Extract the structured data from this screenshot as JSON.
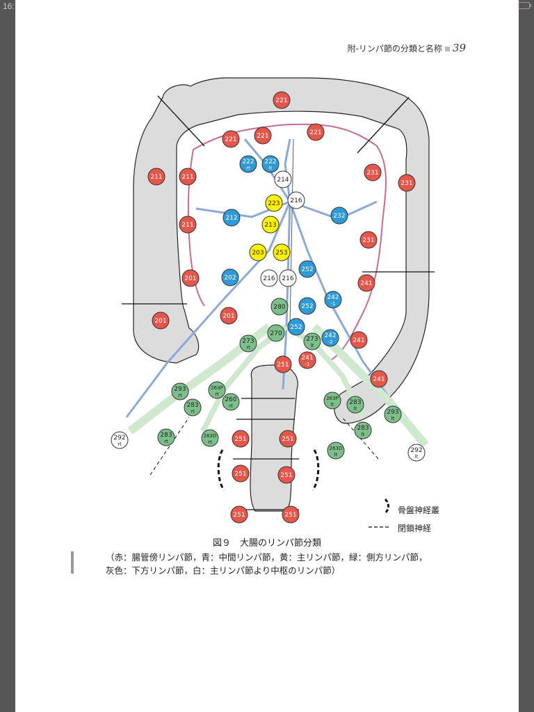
{
  "status_bar": {
    "time": "16:"
  },
  "header": {
    "title": "附-リンパ節の分類と名称",
    "page_number": "39"
  },
  "figure": {
    "title": "図９　大腸のリンパ節分類",
    "caption_lines": [
      "（赤：腸管傍リンパ節，青：中間リンパ節，黄：主リンパ節，緑：側方リンパ節，",
      "灰色：下方リンパ節，白：主リンパ節より中枢のリンパ節）"
    ],
    "legend": {
      "pelvic_plexus": "骨盤神経叢",
      "obturator_nerve": "閉鎖神経"
    },
    "colors": {
      "red": "#e5574a",
      "blue": "#2e9ad8",
      "yellow": "#fff200",
      "green": "#7dbf8a",
      "white": "#ffffff",
      "gray": "#dcdcdc"
    },
    "nodes": [
      {
        "l1": "221",
        "l2": "",
        "c": "red"
      },
      {
        "l1": "221",
        "l2": "",
        "c": "red"
      },
      {
        "l1": "221",
        "l2": "",
        "c": "red"
      },
      {
        "l1": "221",
        "l2": "",
        "c": "red"
      },
      {
        "l1": "211",
        "l2": "",
        "c": "red"
      },
      {
        "l1": "211",
        "l2": "",
        "c": "red"
      },
      {
        "l1": "211",
        "l2": "",
        "c": "red"
      },
      {
        "l1": "201",
        "l2": "",
        "c": "red"
      },
      {
        "l1": "201",
        "l2": "",
        "c": "red"
      },
      {
        "l1": "201",
        "l2": "",
        "c": "red"
      },
      {
        "l1": "231",
        "l2": "",
        "c": "red"
      },
      {
        "l1": "231",
        "l2": "",
        "c": "red"
      },
      {
        "l1": "231",
        "l2": "",
        "c": "red"
      },
      {
        "l1": "241",
        "l2": "",
        "c": "red"
      },
      {
        "l1": "241",
        "l2": "",
        "c": "red"
      },
      {
        "l1": "241",
        "l2": "",
        "c": "red"
      },
      {
        "l1": "241",
        "l2": "-1",
        "c": "red"
      },
      {
        "l1": "251",
        "l2": "",
        "c": "red"
      },
      {
        "l1": "251",
        "l2": "",
        "c": "red"
      },
      {
        "l1": "251",
        "l2": "",
        "c": "red"
      },
      {
        "l1": "251",
        "l2": "",
        "c": "red"
      },
      {
        "l1": "251",
        "l2": "",
        "c": "red"
      },
      {
        "l1": "251",
        "l2": "",
        "c": "red"
      },
      {
        "l1": "251",
        "l2": "",
        "c": "red"
      },
      {
        "l1": "222",
        "l2": "rt",
        "c": "blue"
      },
      {
        "l1": "222",
        "l2": "lt",
        "c": "blue"
      },
      {
        "l1": "212",
        "l2": "",
        "c": "blue"
      },
      {
        "l1": "202",
        "l2": "",
        "c": "blue"
      },
      {
        "l1": "232",
        "l2": "",
        "c": "blue"
      },
      {
        "l1": "252",
        "l2": "",
        "c": "blue"
      },
      {
        "l1": "252",
        "l2": "",
        "c": "blue"
      },
      {
        "l1": "252",
        "l2": "",
        "c": "blue"
      },
      {
        "l1": "242",
        "l2": "-1",
        "c": "blue"
      },
      {
        "l1": "242",
        "l2": "-2",
        "c": "blue"
      },
      {
        "l1": "223",
        "l2": "",
        "c": "yellow"
      },
      {
        "l1": "213",
        "l2": "",
        "c": "yellow"
      },
      {
        "l1": "203",
        "l2": "",
        "c": "yellow"
      },
      {
        "l1": "253",
        "l2": "",
        "c": "yellow"
      },
      {
        "l1": "214",
        "l2": "",
        "c": "white"
      },
      {
        "l1": "216",
        "l2": "",
        "c": "white"
      },
      {
        "l1": "216",
        "l2": "",
        "c": "white"
      },
      {
        "l1": "216",
        "l2": "",
        "c": "white"
      },
      {
        "l1": "292",
        "l2": "rt",
        "c": "white"
      },
      {
        "l1": "292",
        "l2": "lt",
        "c": "white"
      },
      {
        "l1": "280",
        "l2": "",
        "c": "green"
      },
      {
        "l1": "270",
        "l2": "",
        "c": "green"
      },
      {
        "l1": "273",
        "l2": "rt",
        "c": "green"
      },
      {
        "l1": "273",
        "l2": "lt",
        "c": "green"
      },
      {
        "l1": "293",
        "l2": "rt",
        "c": "green"
      },
      {
        "l1": "293",
        "l2": "lt",
        "c": "green"
      },
      {
        "l1": "283",
        "l2": "rt",
        "c": "green"
      },
      {
        "l1": "283",
        "l2": "rt",
        "c": "green"
      },
      {
        "l1": "283",
        "l2": "lt",
        "c": "green"
      },
      {
        "l1": "283",
        "l2": "lt",
        "c": "green"
      },
      {
        "l1": "260",
        "l2": "rt",
        "c": "green"
      },
      {
        "l1": "263P",
        "l2": "rt",
        "c": "green"
      },
      {
        "l1": "263P",
        "l2": "lt",
        "c": "green"
      },
      {
        "l1": "263D",
        "l2": "rt",
        "c": "green"
      },
      {
        "l1": "263D",
        "l2": "lt",
        "c": "green"
      }
    ]
  }
}
